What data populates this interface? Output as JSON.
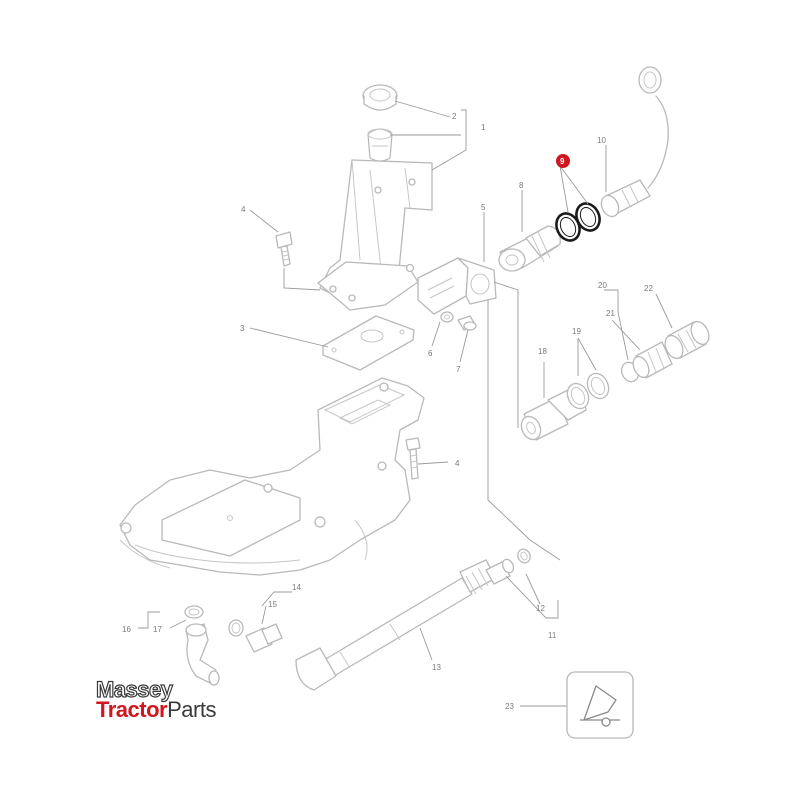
{
  "logo": {
    "line1": "Massey",
    "line2_a": "Tractor",
    "line2_b": "Parts"
  },
  "colors": {
    "highlight": "#d0171f",
    "line": "#b9b9b9",
    "text": "#7a7a7a"
  },
  "highlighted_callout": "9",
  "callouts": {
    "c1": "1",
    "c2": "2",
    "c3": "3",
    "c4a": "4",
    "c4b": "4",
    "c5": "5",
    "c6": "6",
    "c7": "7",
    "c8": "8",
    "c9": "9",
    "c10": "10",
    "c11": "11",
    "c12": "12",
    "c13": "13",
    "c14": "14",
    "c15": "15",
    "c16": "16",
    "c17": "17",
    "c18": "18",
    "c19": "19",
    "c20": "20",
    "c21": "21",
    "c22": "22",
    "c23": "23"
  }
}
